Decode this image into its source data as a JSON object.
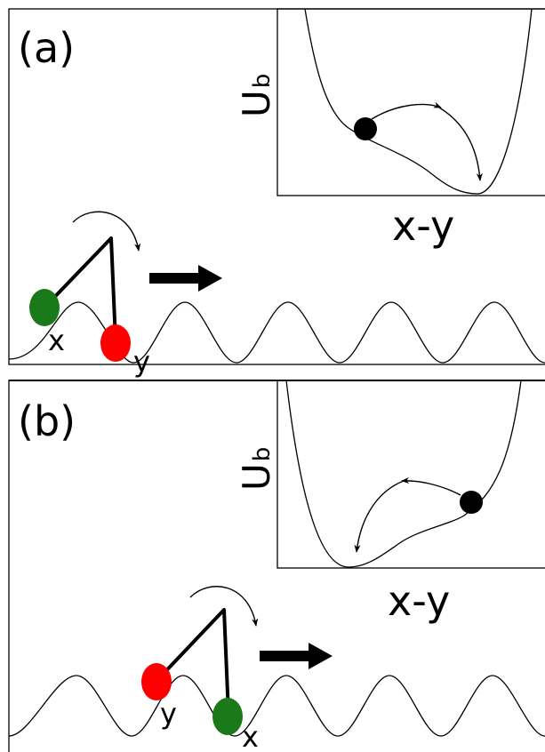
{
  "panels": [
    {
      "id": "a",
      "label": "(a)",
      "inset": {
        "ylabel_main": "U",
        "ylabel_sub": "b",
        "xlabel": "x-y"
      },
      "beads": [
        {
          "label": "x",
          "color": "#1a7a1a"
        },
        {
          "label": "y",
          "color": "#ff0000"
        }
      ],
      "motion": "right"
    },
    {
      "id": "b",
      "label": "(b)",
      "inset": {
        "ylabel_main": "U",
        "ylabel_sub": "b",
        "xlabel": "x-y"
      },
      "beads": [
        {
          "label": "y",
          "color": "#ff0000"
        },
        {
          "label": "x",
          "color": "#1a7a1a"
        }
      ],
      "motion": "right"
    }
  ],
  "colors": {
    "green_bead": "#1a7a1a",
    "red_bead": "#ff0000",
    "particle": "#000000"
  }
}
